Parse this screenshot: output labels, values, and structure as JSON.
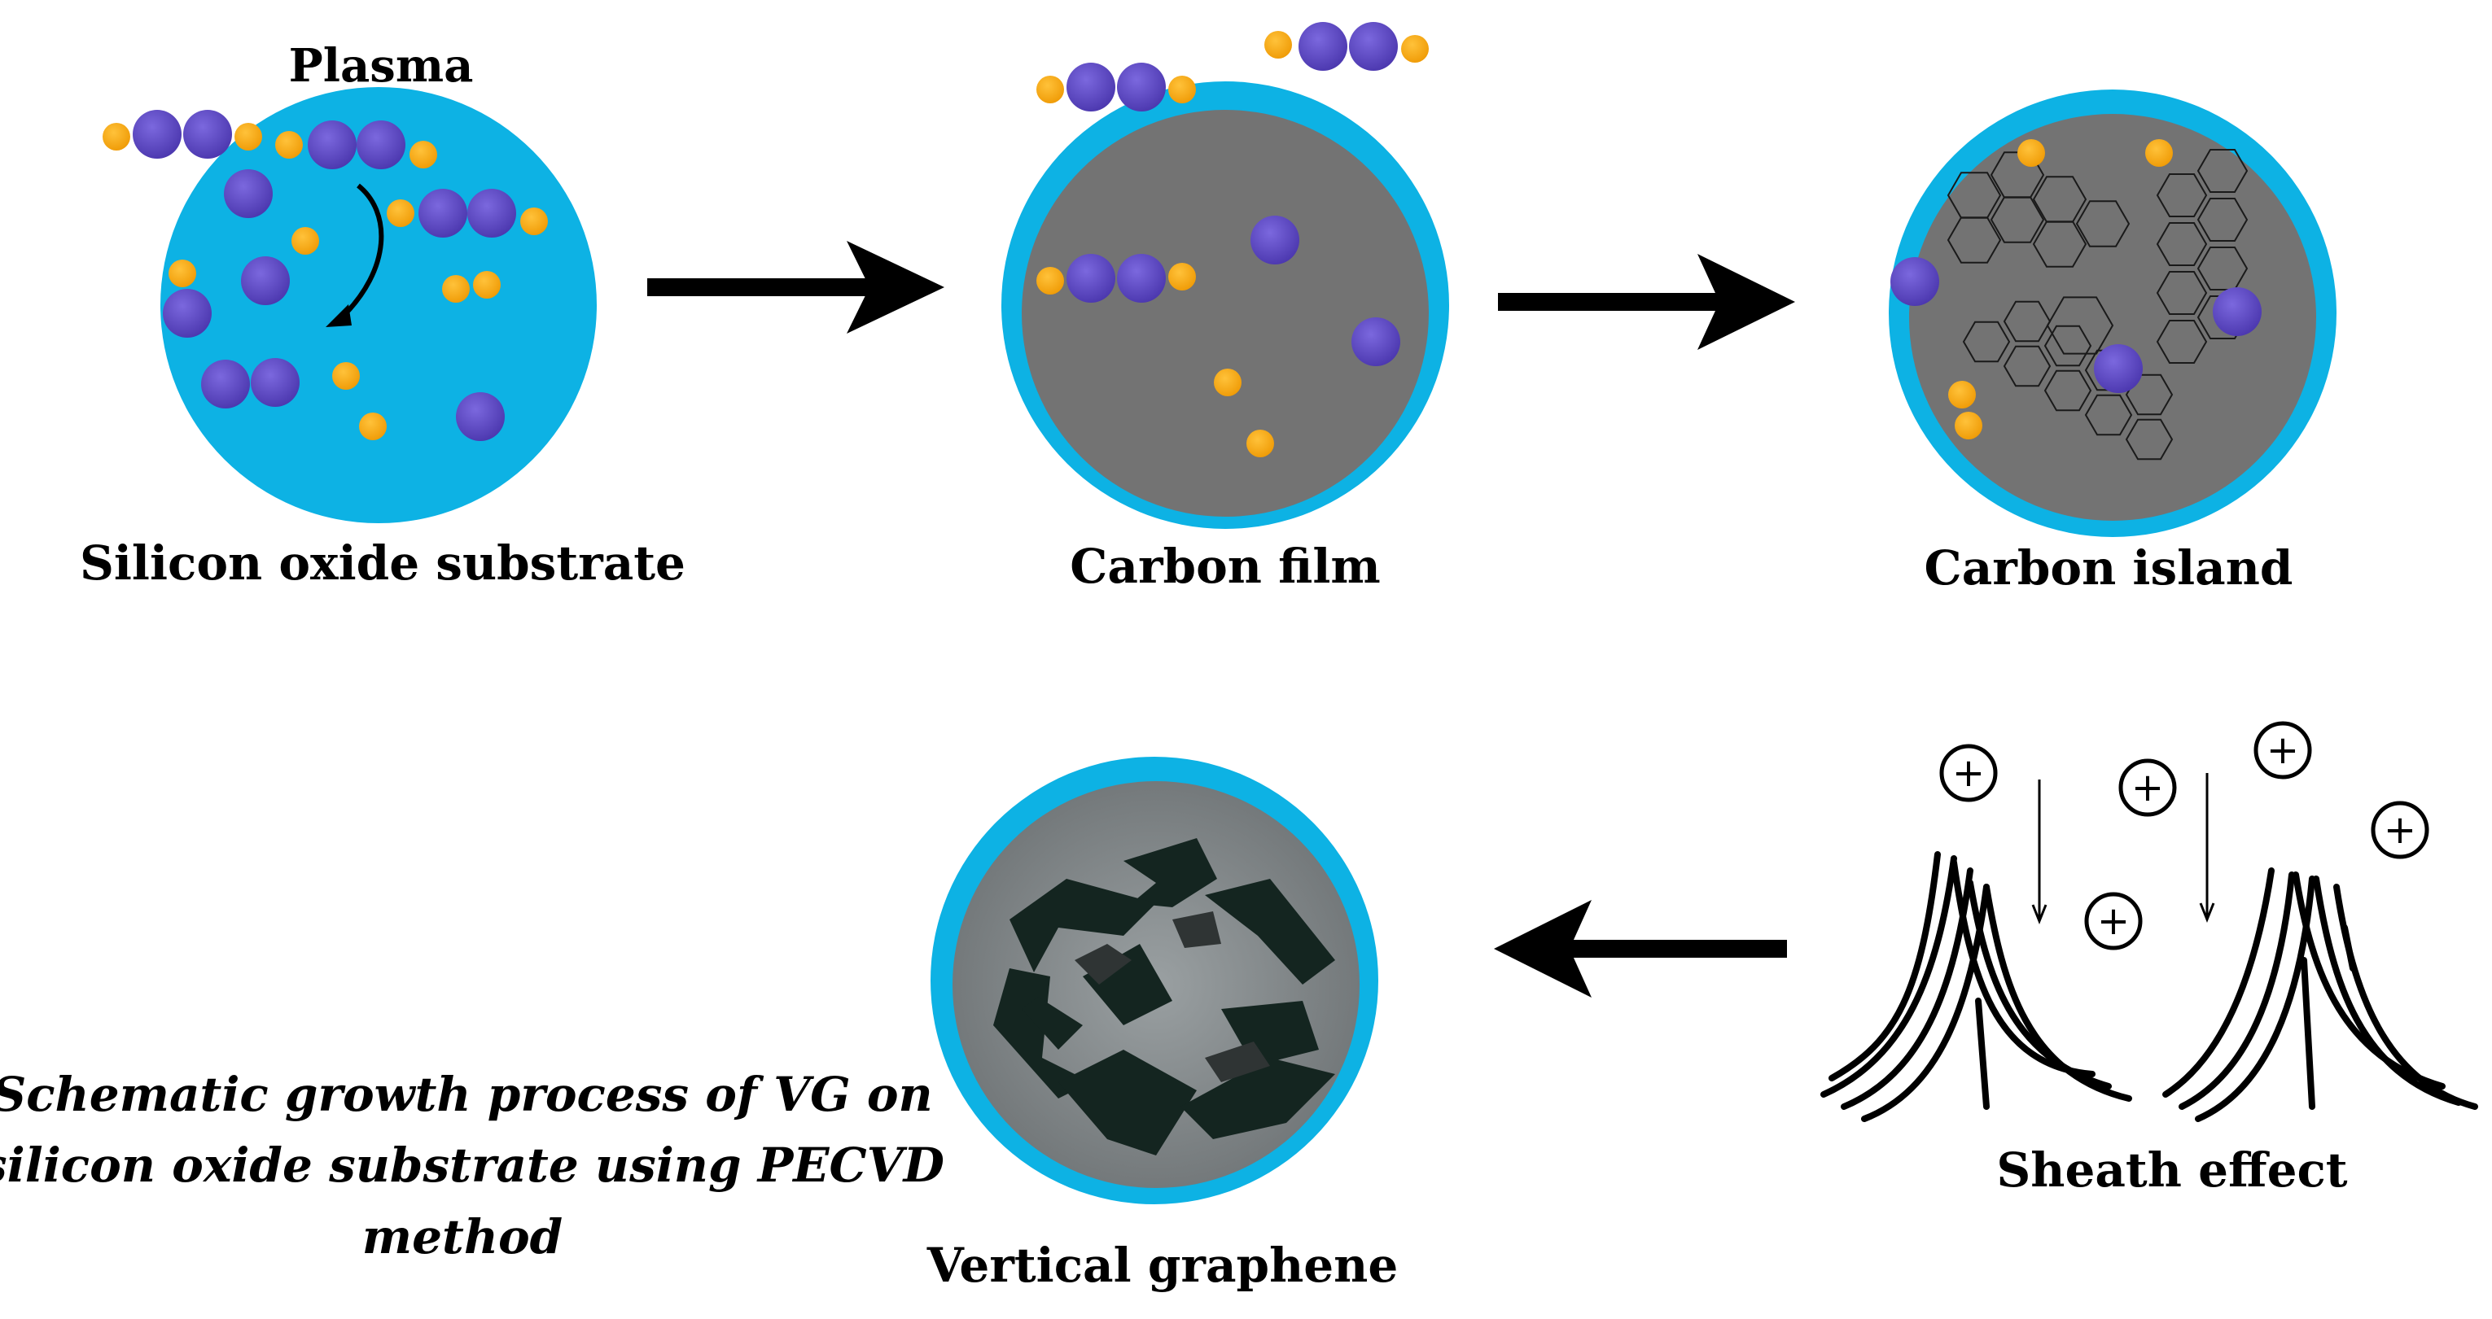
{
  "labels": {
    "plasma": "Plasma",
    "substrate": "Silicon oxide substrate",
    "carbon_film": "Carbon film",
    "carbon_island": "Carbon island",
    "sheath_effect": "Sheath effect",
    "vertical_graphene": "Vertical graphene"
  },
  "caption": {
    "line1": "Schematic growth process of VG  on",
    "line2": "silicon oxide substrate using PECVD",
    "line3": "method"
  },
  "ion_symbol": "+",
  "colors": {
    "substrate_blue": "#0db2e4",
    "carbon_grey": "#737373",
    "purple_atom": "#5b46c2",
    "orange_atom": "#f7a713",
    "graphene_dark": "#142520",
    "arrow": "#000000"
  }
}
